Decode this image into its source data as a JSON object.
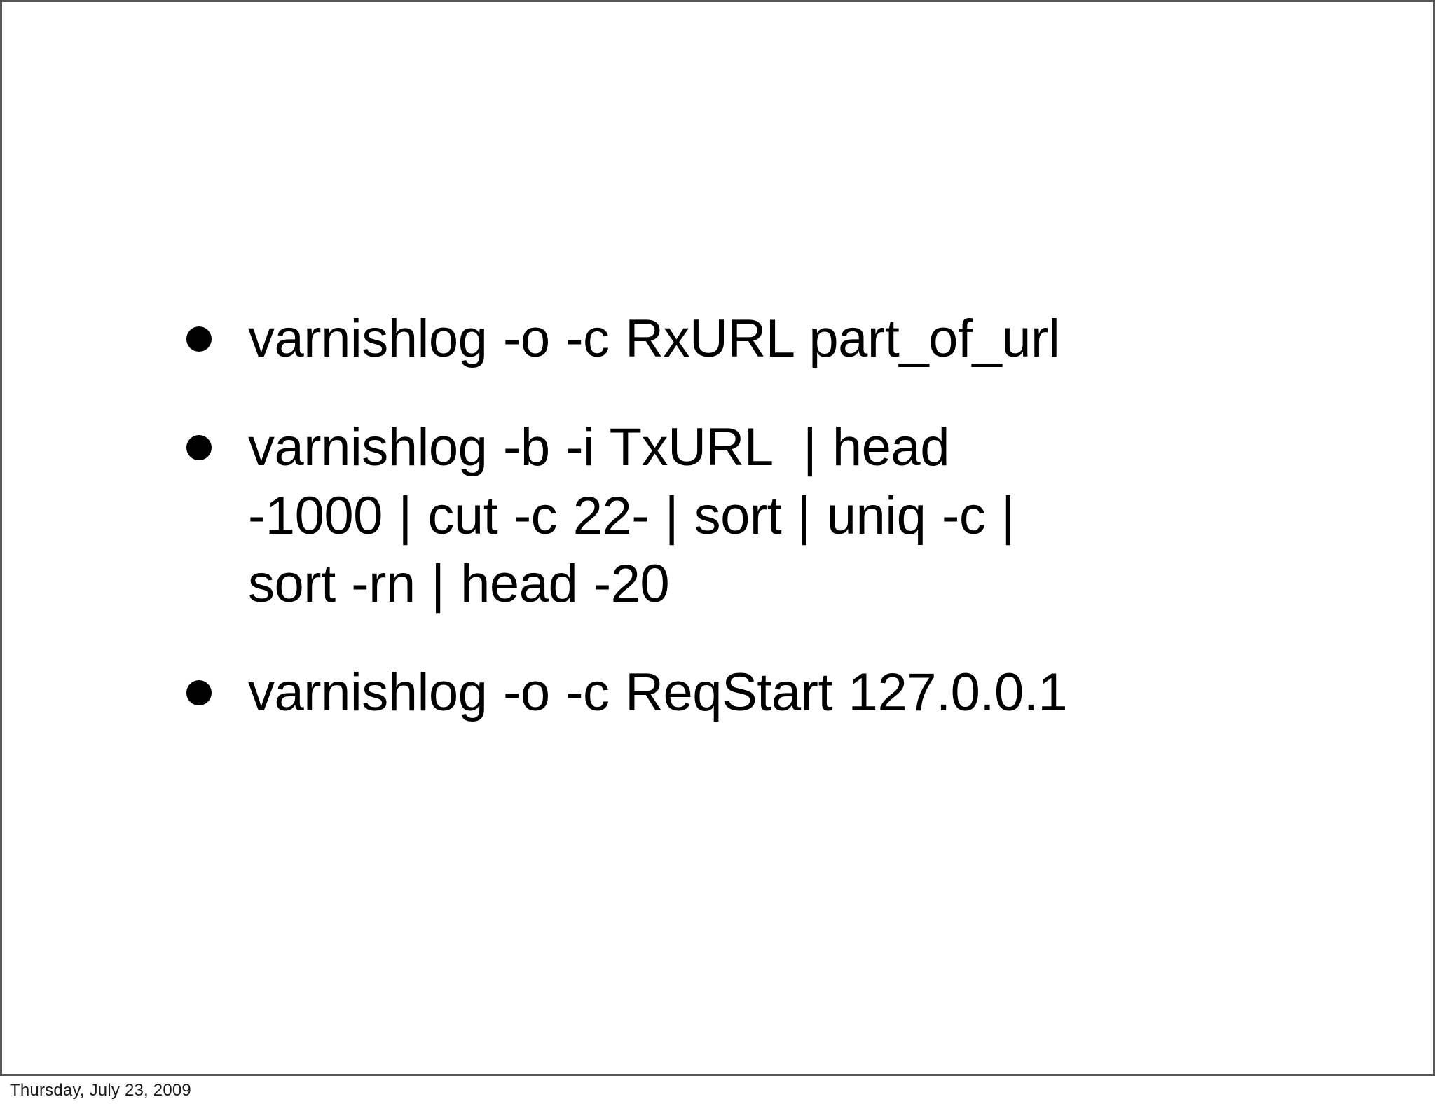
{
  "slide": {
    "bullets": [
      {
        "text": "varnishlog -o -c RxURL part_of_url"
      },
      {
        "text": "varnishlog -b -i TxURL  | head -1000 | cut -c 22- | sort | uniq -c | sort -rn | head -20"
      },
      {
        "text": "varnishlog -o -c ReqStart 127.0.0.1"
      }
    ]
  },
  "footer": {
    "date_label": "Thursday, July 23, 2009"
  },
  "colors": {
    "slide_border": "#58585a",
    "text": "#000000",
    "background": "#ffffff"
  }
}
